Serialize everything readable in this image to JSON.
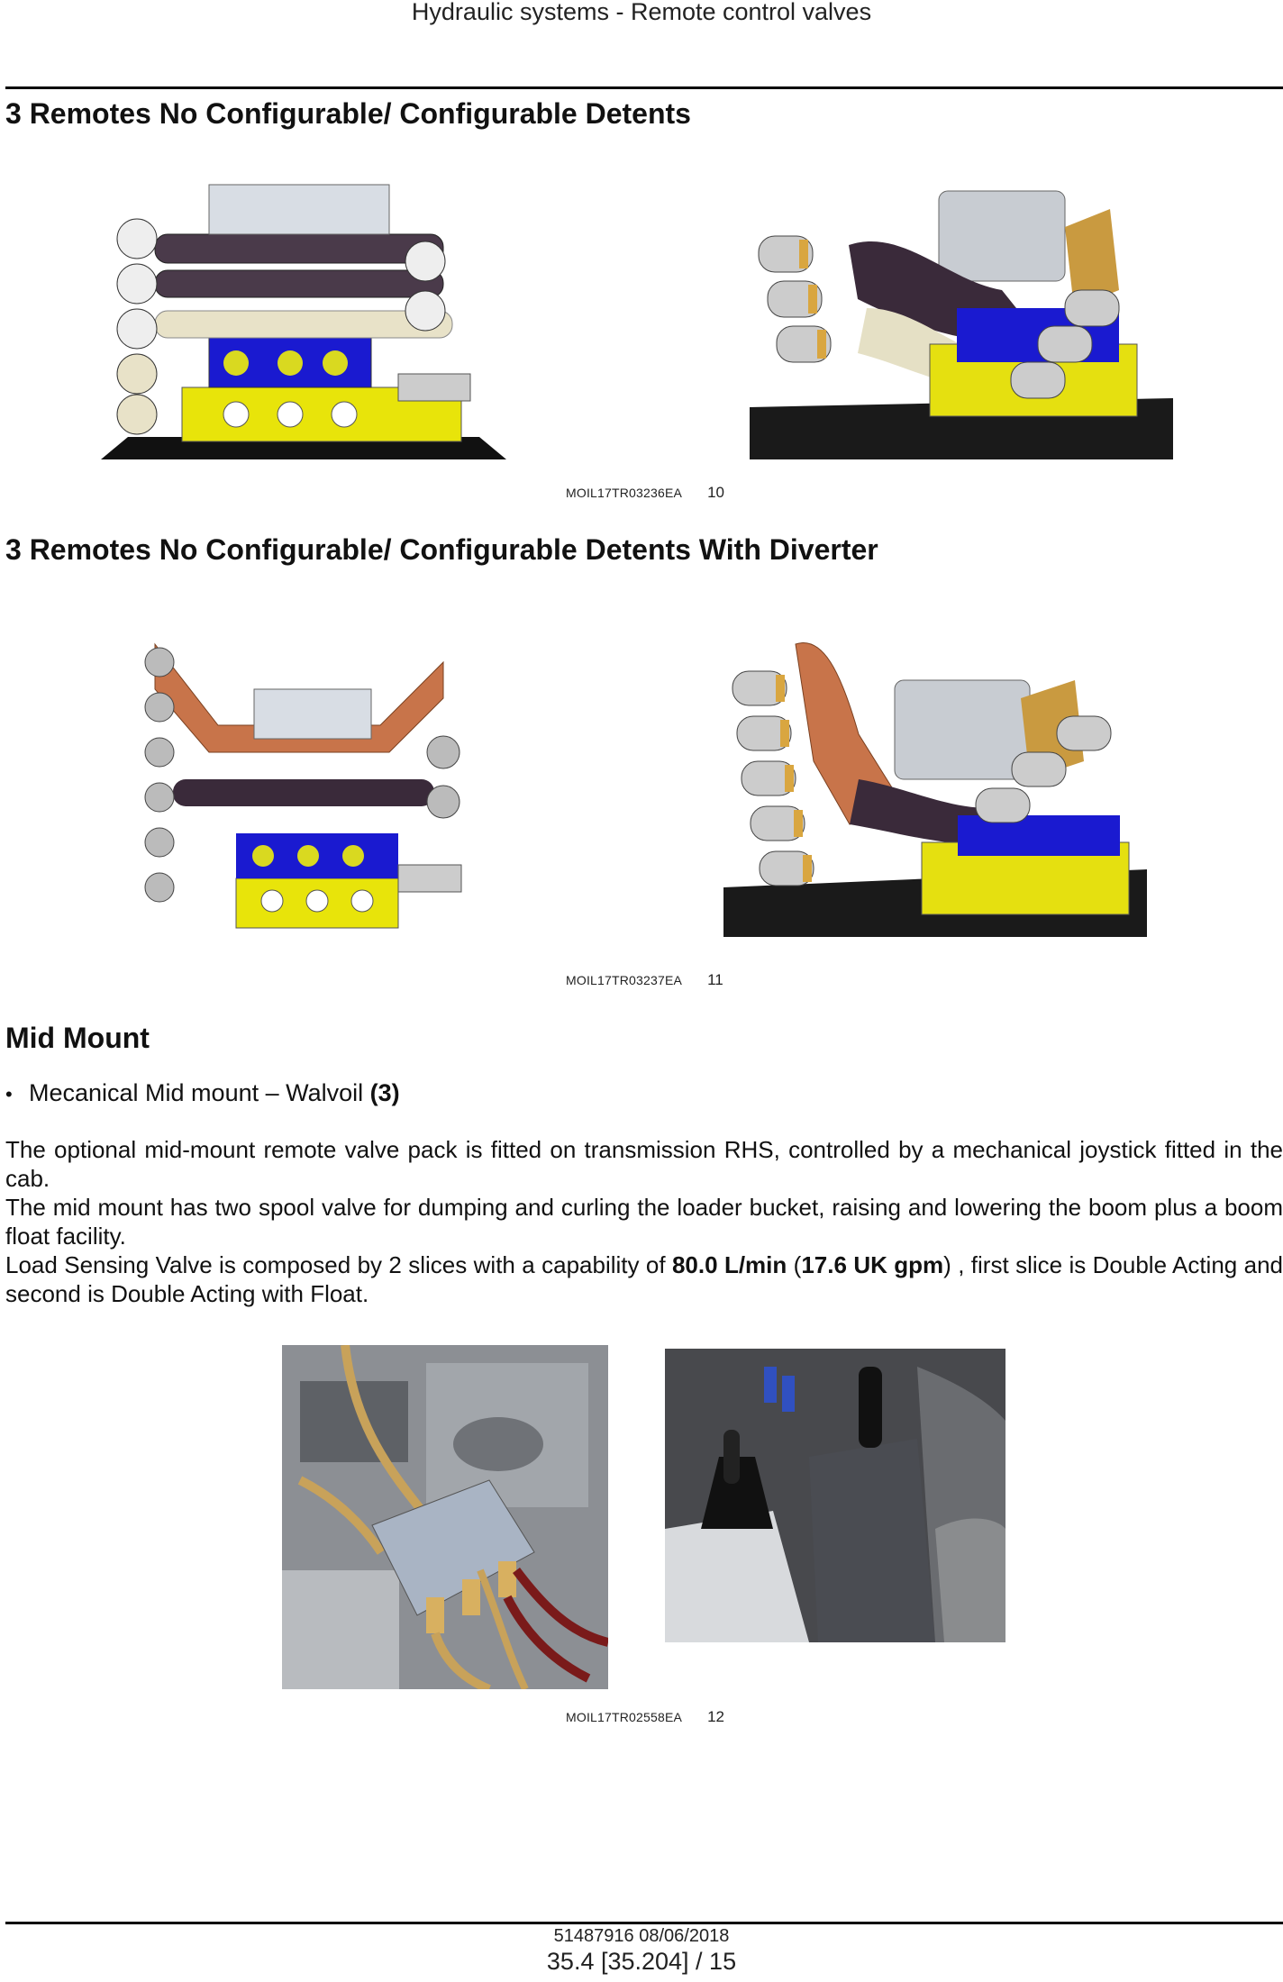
{
  "header": {
    "running_title": "Hydraulic systems - Remote control valves"
  },
  "section1": {
    "title": "3 Remotes No Configurable/ Configurable Detents",
    "figure": {
      "code": "MOIL17TR03236EA",
      "number": "10"
    }
  },
  "section2": {
    "title": "3 Remotes No Configurable/ Configurable Detents With Diverter",
    "figure": {
      "code": "MOIL17TR03237EA",
      "number": "11"
    }
  },
  "section3": {
    "title": "Mid Mount",
    "bullet": {
      "text": "Mecanical Mid mount – Walvoil ",
      "ref": "(3)"
    },
    "para1": "The optional mid-mount remote valve pack is fitted on transmission RHS, controlled by a mechanical joystick fitted in the cab.",
    "para2": "The mid mount has two spool valve for dumping and curling the loader bucket, raising and lowering the boom plus a boom float facility.",
    "para3": {
      "a": "Load Sensing Valve is composed by 2 slices with a capability of ",
      "b": "80.0 L/min",
      "c": " (",
      "d": "17.6 UK gpm",
      "e": ") , first slice is Double Acting and second is Double Acting with Float."
    },
    "figure": {
      "code": "MOIL17TR02558EA",
      "number": "12"
    }
  },
  "footer": {
    "doc_ref": "51487916 08/06/2018",
    "page": "35.4 [35.204] / 15"
  }
}
